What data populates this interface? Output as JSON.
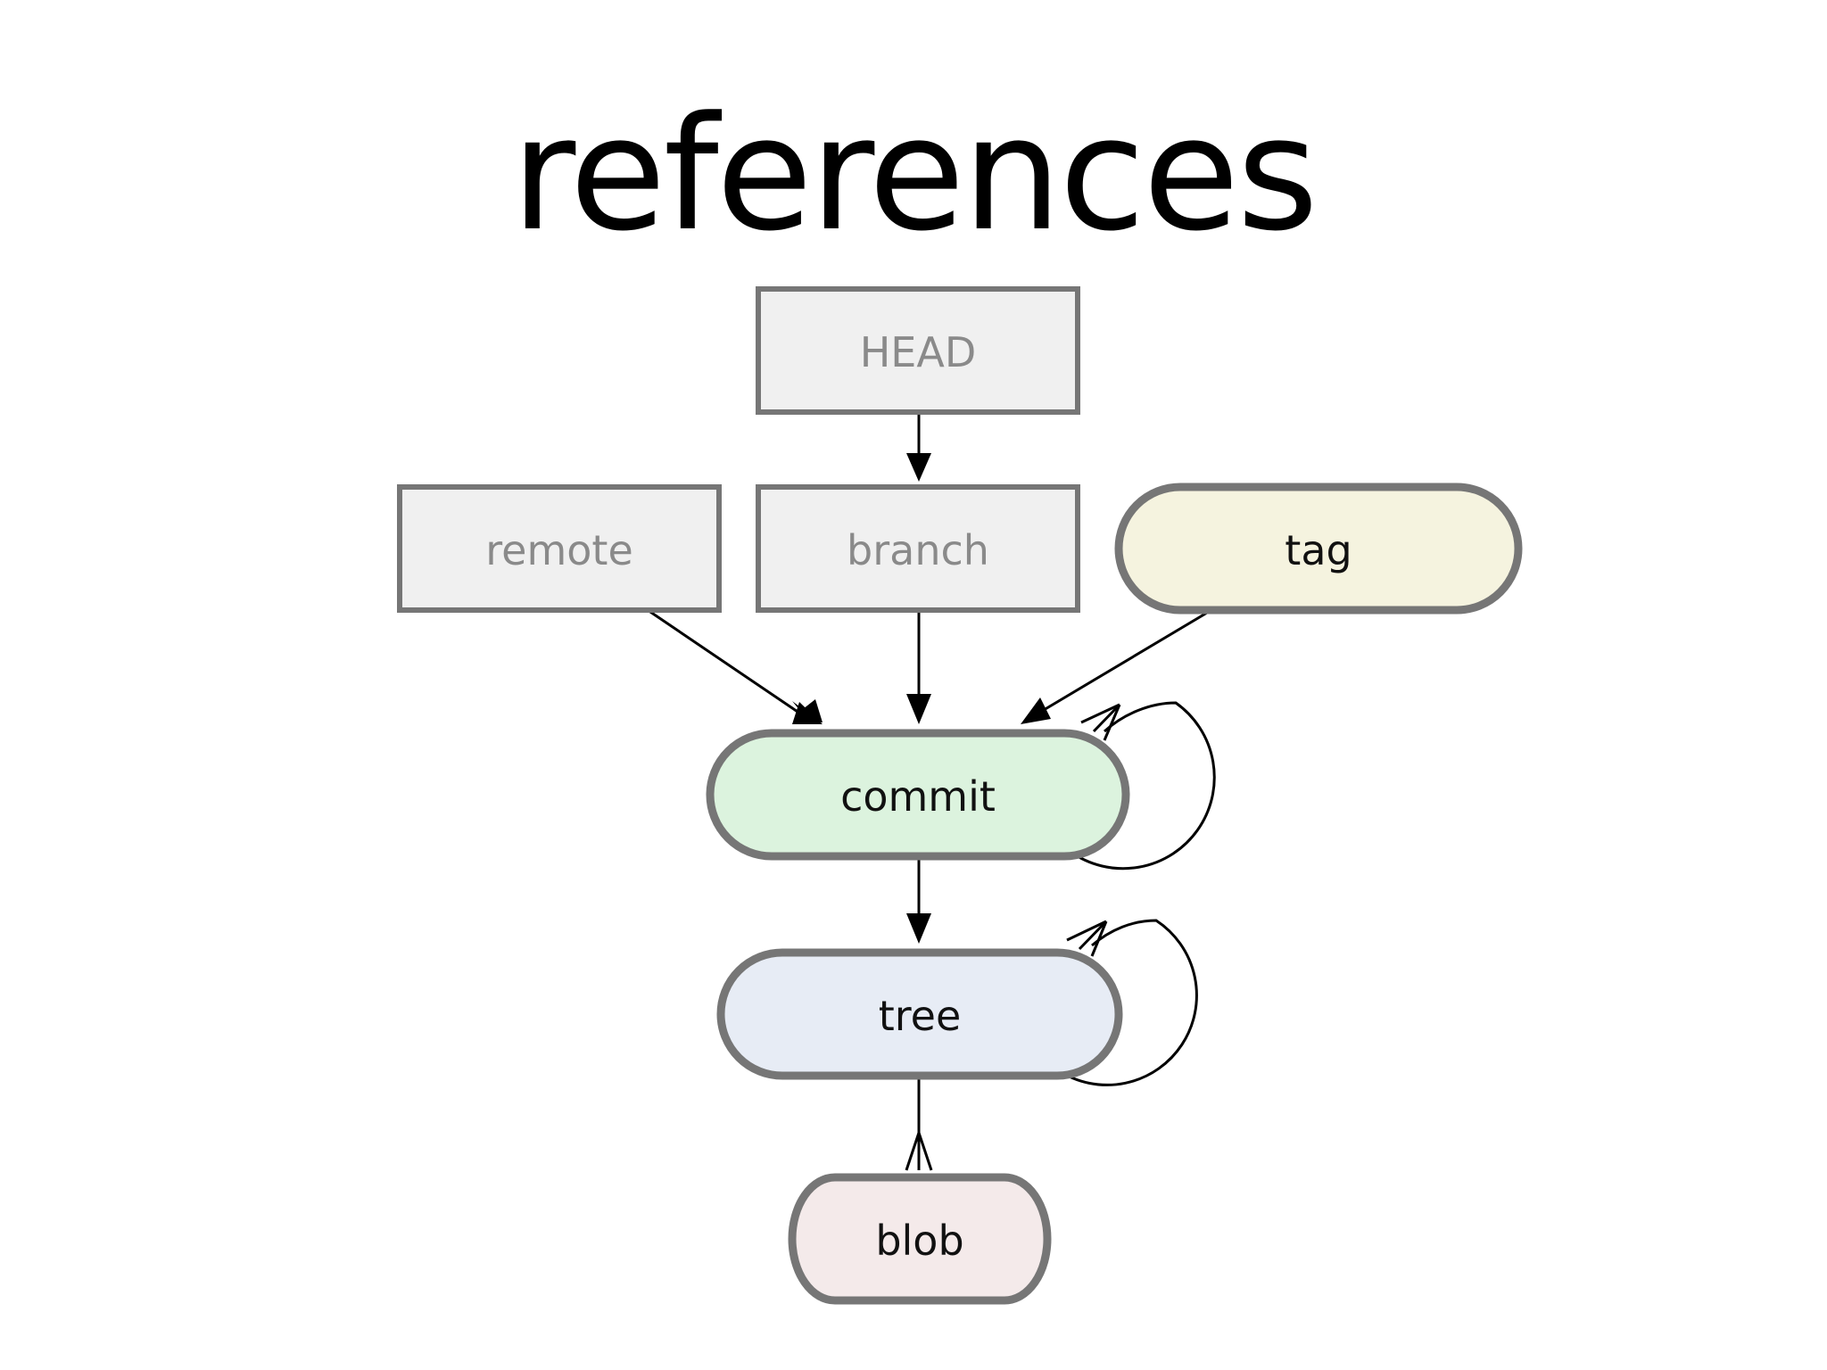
{
  "title": "references",
  "nodes": {
    "head": {
      "label": "HEAD",
      "shape": "box",
      "fill": "#f0f0f0"
    },
    "remote": {
      "label": "remote",
      "shape": "box",
      "fill": "#f0f0f0"
    },
    "branch": {
      "label": "branch",
      "shape": "box",
      "fill": "#f0f0f0"
    },
    "tag": {
      "label": "tag",
      "shape": "pill",
      "fill": "#f5f3df"
    },
    "commit": {
      "label": "commit",
      "shape": "pill",
      "fill": "#dcf3de"
    },
    "tree": {
      "label": "tree",
      "shape": "pill",
      "fill": "#e7ecf5"
    },
    "blob": {
      "label": "blob",
      "shape": "pill",
      "fill": "#f4eaea"
    }
  },
  "edges": [
    {
      "from": "head",
      "to": "branch",
      "kind": "arrow"
    },
    {
      "from": "remote",
      "to": "commit",
      "kind": "arrow"
    },
    {
      "from": "branch",
      "to": "commit",
      "kind": "arrow"
    },
    {
      "from": "tag",
      "to": "commit",
      "kind": "arrow"
    },
    {
      "from": "commit",
      "to": "commit",
      "kind": "self-loop-many"
    },
    {
      "from": "commit",
      "to": "tree",
      "kind": "arrow"
    },
    {
      "from": "tree",
      "to": "tree",
      "kind": "self-loop-many"
    },
    {
      "from": "tree",
      "to": "blob",
      "kind": "crow-foot-many"
    }
  ],
  "colors": {
    "node_border": "#767676",
    "edge": "#000000",
    "box_text": "#8a8a8a",
    "pill_text": "#111111"
  }
}
